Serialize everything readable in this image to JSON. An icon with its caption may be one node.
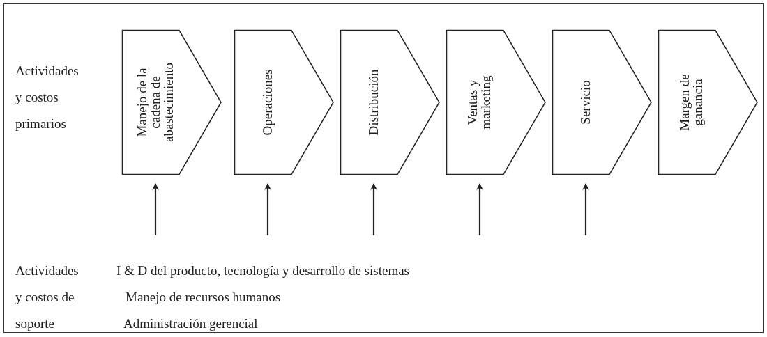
{
  "diagram": {
    "nodes": [
      {
        "text": [
          "Manejo de la cadena de abastecimiento"
        ]
      },
      {
        "text": [
          "Operaciones"
        ]
      },
      {
        "text": [
          "Distribución"
        ]
      },
      {
        "text": [
          "Ventas y marketing"
        ]
      },
      {
        "text": [
          "Servicio"
        ]
      },
      {
        "text": [
          "Margen de ganancia"
        ]
      }
    ],
    "edges": [
      {
        "from": null,
        "to": 0,
        "arrow": "to"
      },
      {
        "from": null,
        "to": 1,
        "arrow": "to"
      },
      {
        "from": null,
        "to": 2,
        "arrow": "to"
      },
      {
        "from": null,
        "to": 3,
        "arrow": "to"
      },
      {
        "from": null,
        "to": 4,
        "arrow": "to"
      }
    ],
    "labels": [
      "Actividades y costos primarios",
      "Actividades y costos de soporte",
      "I & D del producto, tecnología y desarrollo de sistemas",
      "Manejo de recursos humanos",
      "Administración gerencial"
    ]
  }
}
